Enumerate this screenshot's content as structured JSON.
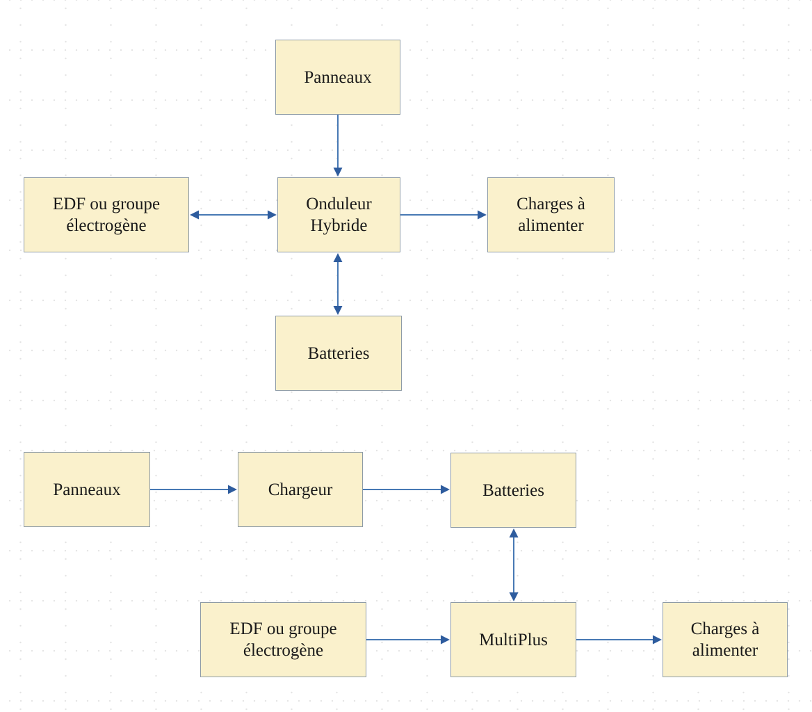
{
  "colors": {
    "box_fill": "#FAF1CC",
    "box_border": "#8E9BA6",
    "arrow_line": "#4779B4",
    "arrow_head": "#2E5C9E",
    "text": "#1A1A1A",
    "grid_dot": "#E4E4E4",
    "canvas_bg": "#FFFFFF"
  },
  "diagram_top": {
    "nodes": {
      "panneaux": {
        "label": "Panneaux"
      },
      "onduleur": {
        "label": "Onduleur Hybride"
      },
      "edf": {
        "label": "EDF ou groupe électrogène"
      },
      "charges": {
        "label": "Charges à alimenter"
      },
      "batteries": {
        "label": "Batteries"
      }
    },
    "edges": [
      {
        "from": "Panneaux",
        "to": "Onduleur Hybride",
        "direction": "forward"
      },
      {
        "from": "EDF ou groupe électrogène",
        "to": "Onduleur Hybride",
        "direction": "bidirectional"
      },
      {
        "from": "Onduleur Hybride",
        "to": "Charges à alimenter",
        "direction": "forward"
      },
      {
        "from": "Onduleur Hybride",
        "to": "Batteries",
        "direction": "bidirectional"
      }
    ]
  },
  "diagram_bottom": {
    "nodes": {
      "panneaux": {
        "label": "Panneaux"
      },
      "chargeur": {
        "label": "Chargeur"
      },
      "batteries": {
        "label": "Batteries"
      },
      "edf": {
        "label": "EDF ou groupe électrogène"
      },
      "multiplus": {
        "label": "MultiPlus"
      },
      "charges": {
        "label": "Charges à alimenter"
      }
    },
    "edges": [
      {
        "from": "Panneaux",
        "to": "Chargeur",
        "direction": "forward"
      },
      {
        "from": "Chargeur",
        "to": "Batteries",
        "direction": "forward"
      },
      {
        "from": "Batteries",
        "to": "MultiPlus",
        "direction": "bidirectional"
      },
      {
        "from": "EDF ou groupe électrogène",
        "to": "MultiPlus",
        "direction": "forward"
      },
      {
        "from": "MultiPlus",
        "to": "Charges à alimenter",
        "direction": "forward"
      }
    ]
  }
}
